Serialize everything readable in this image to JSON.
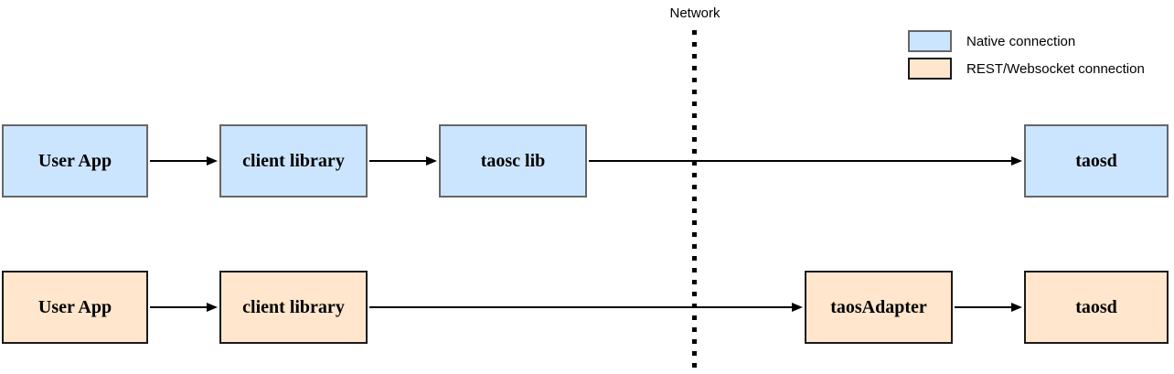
{
  "network": {
    "label": "Network"
  },
  "legend": {
    "items": [
      {
        "id": "native",
        "label": "Native connection",
        "swatch_color": "#cce5ff"
      },
      {
        "id": "rest",
        "label": "REST/Websocket connection",
        "swatch_color": "#ffe6cc"
      }
    ]
  },
  "colors": {
    "native_fill": "#cce5ff",
    "native_border": "#666666",
    "rest_fill": "#ffe6cc",
    "rest_border": "#1a1a1a",
    "arrow": "#000000",
    "background": "#ffffff"
  },
  "flows": {
    "native": {
      "nodes": [
        {
          "label": "User App"
        },
        {
          "label": "client library"
        },
        {
          "label": "taosc lib"
        },
        {
          "label": "taosd"
        }
      ]
    },
    "rest": {
      "nodes": [
        {
          "label": "User App"
        },
        {
          "label": "client library"
        },
        {
          "label": "taosAdapter"
        },
        {
          "label": "taosd"
        }
      ]
    }
  }
}
